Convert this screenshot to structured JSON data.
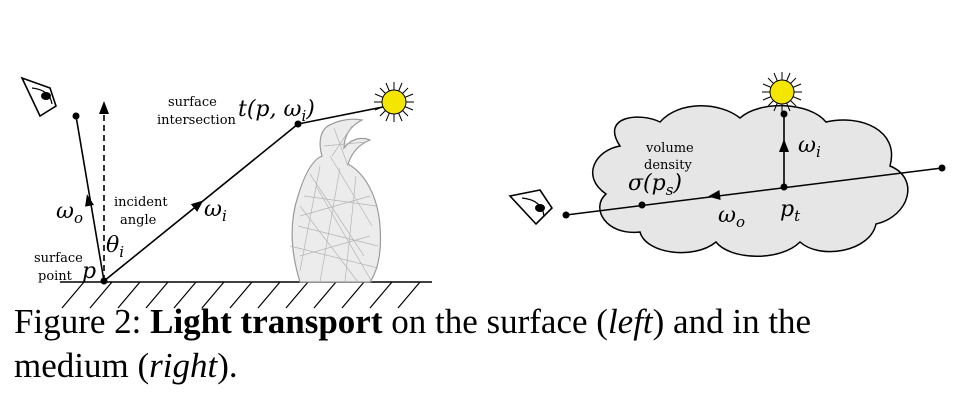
{
  "left_panel": {
    "label_surface_intersection_1": "surface",
    "label_surface_intersection_2": "intersection",
    "label_t_func": "t(p, ω",
    "label_t_sub": "i",
    "label_t_close": ")",
    "label_incident_1": "incident",
    "label_incident_2": "angle",
    "label_omega_o": "ω",
    "label_omega_o_sub": "o",
    "label_omega_i": "ω",
    "label_omega_i_sub": "i",
    "label_theta": "θ",
    "label_theta_sub": "i",
    "label_surface_point_1": "surface",
    "label_surface_point_2": "point",
    "label_p": "p"
  },
  "right_panel": {
    "label_volume_1": "volume",
    "label_volume_2": "density",
    "label_sigma": "σ(p",
    "label_sigma_sub": "s",
    "label_sigma_close": ")",
    "label_omega_i": "ω",
    "label_omega_i_sub": "i",
    "label_omega_o": "ω",
    "label_omega_o_sub": "o",
    "label_pt": "p",
    "label_pt_sub": "t"
  },
  "caption": {
    "prefix": "Figure 2: ",
    "bold": "Light transport",
    "middle": " on the surface (",
    "italic_left": "left",
    "middle2": ") and in the",
    "line2_start": "medium (",
    "italic_right": "right",
    "line2_end": ")."
  },
  "colors": {
    "sun": "#f5e600",
    "cloud_fill": "#e6e6e6"
  }
}
